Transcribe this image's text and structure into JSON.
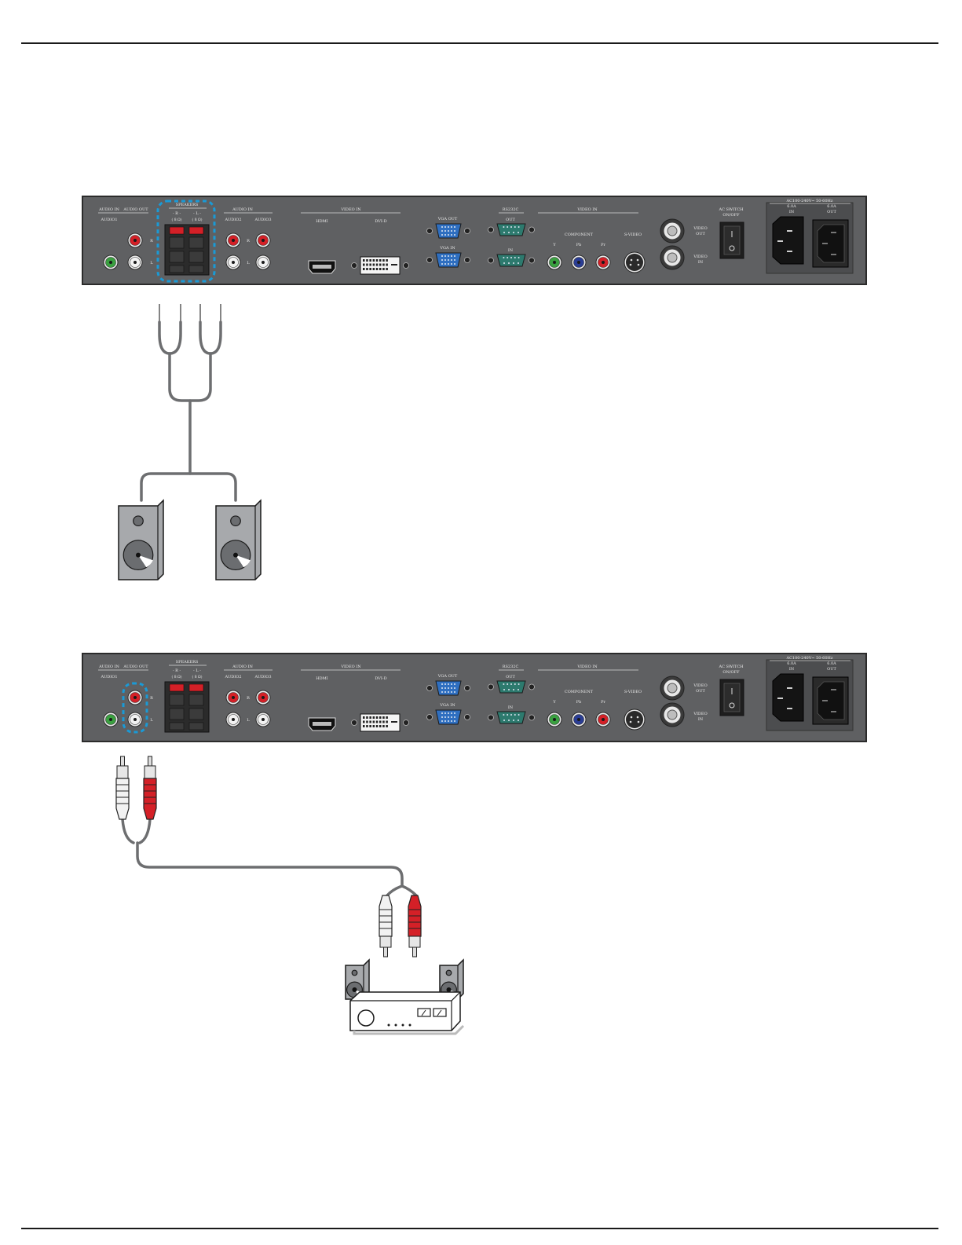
{
  "panel": {
    "labels": {
      "audio_in_group": "AUDIO IN",
      "audio_out_group": "AUDIO OUT",
      "audio1": "AUDIO1",
      "speakers": "SPEAKERS",
      "spk_r": "- R -",
      "spk_l": "- L -",
      "spk_ohm": "( 8 Ω)",
      "audio_in2_group": "AUDIO IN",
      "audio2": "AUDIO2",
      "audio3": "AUDIO3",
      "ch_r": "R",
      "ch_l": "L",
      "video_in_group": "VIDEO IN",
      "hdmi": "HDMI",
      "dvid": "DVI-D",
      "vga_out": "VGA OUT",
      "vga_in": "VGA IN",
      "rs232c": "RS232C",
      "rs_out": "OUT",
      "rs_in": "IN",
      "video_in2_group": "VIDEO IN",
      "component": "COMPONENT",
      "y": "Y",
      "pb": "Pb",
      "pr": "Pr",
      "svideo": "S-VIDEO",
      "video_out": "VIDEO",
      "video_out2": "OUT",
      "video_in_bnc": "VIDEO",
      "video_in_bnc2": "IN",
      "ac_switch": "AC SWITCH",
      "on_off": "ON/OFF",
      "ac_rating": "AC100-240V~ 50-60Hz",
      "in_rating": "6.0A",
      "in_label": "IN",
      "out_rating": "6.0A",
      "out_label": "OUT"
    }
  },
  "colors": {
    "panel": "#5f6062",
    "panel_border": "#2b2b2b",
    "highlight": "#1a9ad6",
    "red_jack": "#d42027",
    "white_jack": "#f2f2f2",
    "green_jack": "#3aa040",
    "blue_jack": "#2a3d94",
    "vga_blue": "#2f6fc0",
    "cable": "#6d6e70",
    "speaker_body": "#a7a9ac"
  },
  "diagrams": [
    {
      "name": "external-speakers-connection",
      "highlighted_port": "speakers"
    },
    {
      "name": "audio-out-to-amplifier",
      "highlighted_port": "audio-out"
    }
  ]
}
